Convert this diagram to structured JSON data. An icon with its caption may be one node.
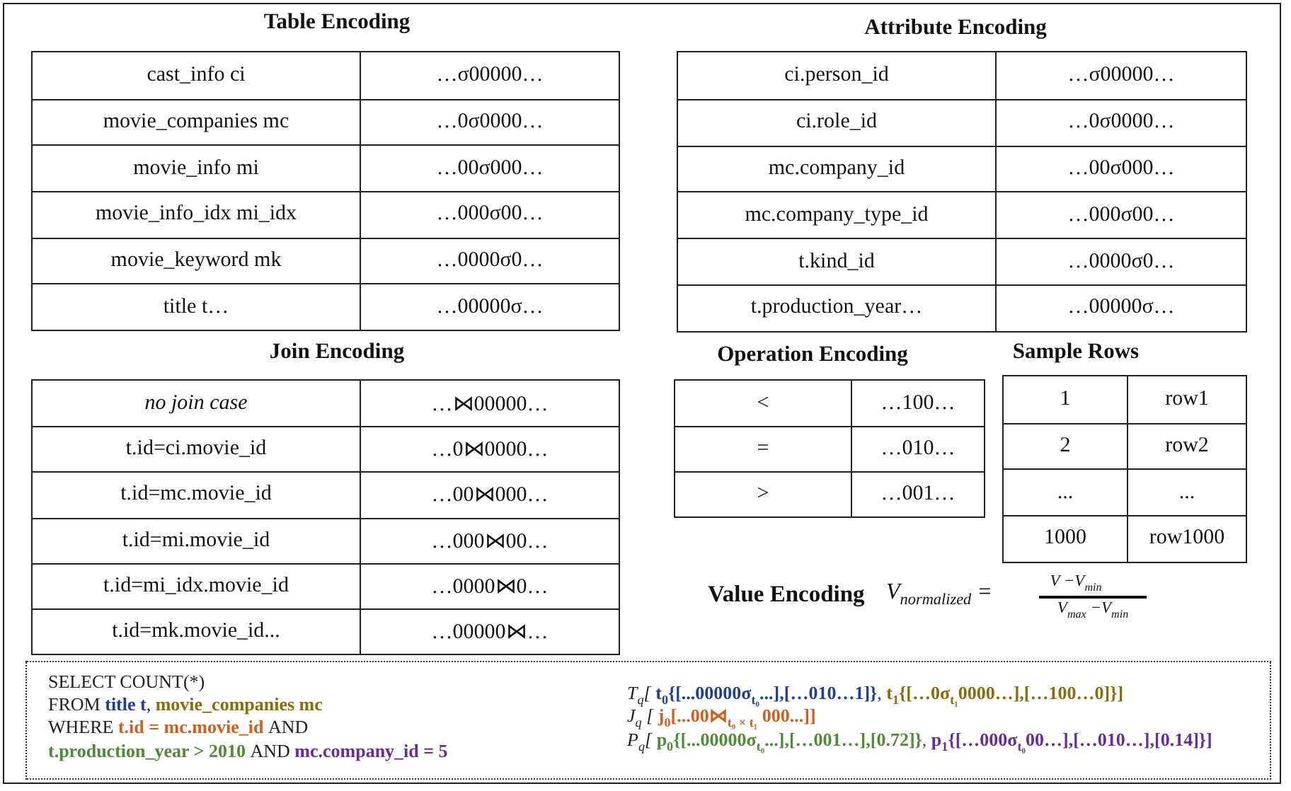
{
  "diagram": {
    "labels": [
      "Table Encoding",
      "cast_info ci",
      "…σ00000…",
      "movie_companies mc",
      "…0σ0000…",
      "movie_info mi",
      "…00σ000…",
      "movie_info_idx mi_idx",
      "…000σ00…",
      "movie_keyword mk",
      "…0000σ0…",
      "title t…",
      "…00000σ…",
      "Attribute Encoding",
      "ci.person_id",
      "…σ00000…",
      "ci.role_id",
      "…0σ0000…",
      "mc.company_id",
      "…00σ000…",
      "mc.company_type_id",
      "…000σ00…",
      "t.kind_id",
      "…0000σ0…",
      "t.production_year…",
      "…00000σ…",
      "Join Encoding",
      "no join case",
      "…⋈00000…",
      "t.id=ci.movie_id",
      "…0⋈0000…",
      "t.id=mc.movie_id",
      "…00⋈000…",
      "t.id=mi.movie_id",
      "…000⋈00…",
      "t.id=mi_idx.movie_id",
      "…0000⋈0…",
      "t.id=mk.movie_id...",
      "…00000⋈…",
      "Operation Encoding",
      "<",
      "…100…",
      "=",
      "…010…",
      ">",
      "…001…",
      "Sample Rows",
      "1",
      "row1",
      "2",
      "row2",
      "...",
      "...",
      "1000",
      "row1000",
      "Value Encoding",
      "V$_{normalized}$ =",
      "V −V$_{min}$",
      "V$_{max}$ −V$_{min}$",
      "SELECT COUNT(*)",
      "FROM",
      "title t",
      ",",
      "movie_companies mc",
      "WHERE",
      "t.id = mc.movie_id",
      "AND",
      "t.production_year > 2010",
      "AND",
      "mc.company_id = 5",
      "T$_{q}$[",
      "t$_{0}${[...00000σ$_{t₀}$...],[…010…1]}",
      ",",
      "t$_{1}${[…0σ$_{t₁}$0000…],[…100…0]}]",
      "J$_{q}$ [",
      "j$_{0}$[...00⋈$_{t₀ × t₁}$ 000...]]",
      "P$_{q}$[",
      "p$_{0}${[...00000σ$_{t₀}$...],[…001…],[0.72]}",
      ",",
      "p$_{1}${[…000σ$_{t₀}$00…],[…010…],[0.14]}]"
    ]
  }
}
